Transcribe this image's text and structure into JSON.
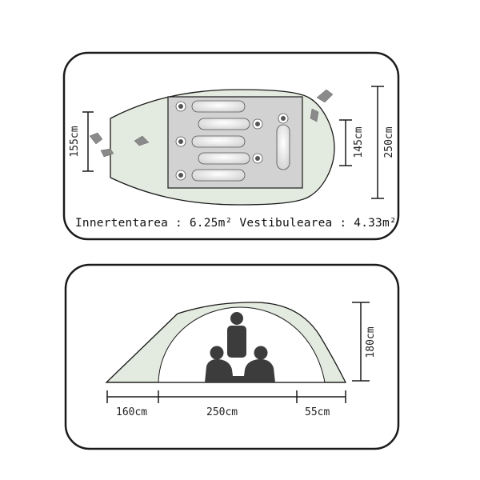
{
  "top_panel": {
    "dim_left": "155cm",
    "dim_inner": "145cm",
    "dim_right": "250cm",
    "area_text": "Innertentarea : 6.25m² Vestibulearea : 4.33m²"
  },
  "bottom_panel": {
    "dim_height": "180cm",
    "dim_left": "160cm",
    "dim_middle": "250cm",
    "dim_right": "55cm"
  },
  "colors": {
    "outline": "#1a1a1a",
    "fly_fill": "#e3eadf",
    "inner_fill": "#cfcfcf",
    "person_fill": "#3c3c3c"
  }
}
